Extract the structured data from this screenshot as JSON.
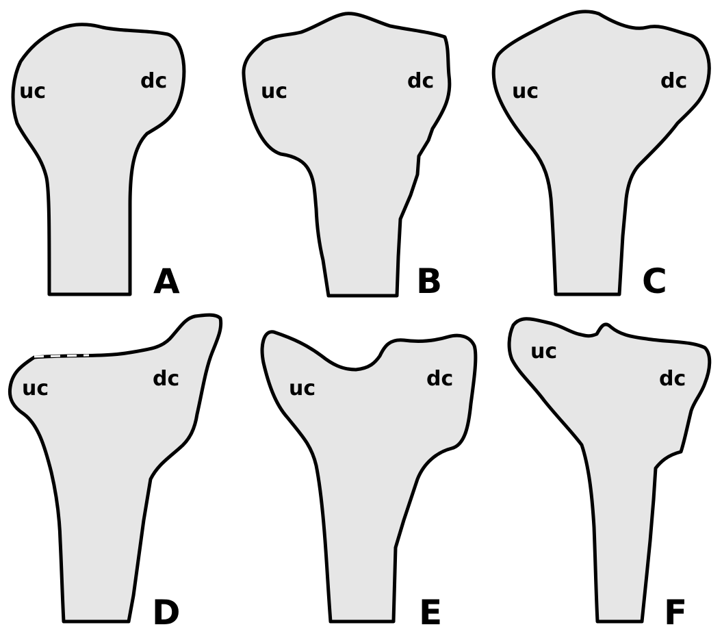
{
  "colors": {
    "bone_fill": "#e6e6e6",
    "outline": "#000000",
    "background": "#ffffff"
  },
  "panels": [
    {
      "label": "A",
      "left_label": "uc",
      "right_label": "dc"
    },
    {
      "label": "B",
      "left_label": "uc",
      "right_label": "dc"
    },
    {
      "label": "C",
      "left_label": "uc",
      "right_label": "dc"
    },
    {
      "label": "D",
      "left_label": "uc",
      "right_label": "dc"
    },
    {
      "label": "E",
      "left_label": "uc",
      "right_label": "dc"
    },
    {
      "label": "F",
      "left_label": "uc",
      "right_label": "dc"
    }
  ]
}
